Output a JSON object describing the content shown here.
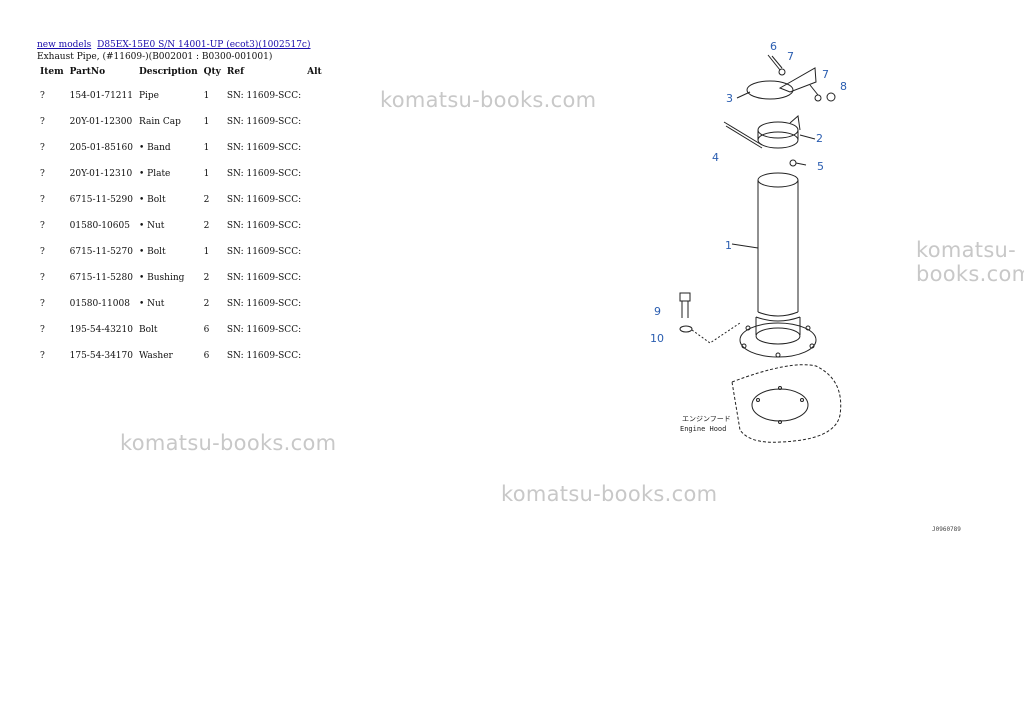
{
  "breadcrumb": {
    "link1": "new models",
    "link2": "D85EX-15E0 S/N 14001-UP (ecot3)(1002517c)"
  },
  "subtitle": "Exhaust Pipe, (#11609-)(B002001 : B0300-001001)",
  "table": {
    "headers": [
      "Item",
      "PartNo",
      "Description",
      "Qty",
      "Ref",
      "Alt"
    ],
    "rows": [
      {
        "item": "?",
        "partno": "154-01-71211",
        "desc": "Pipe",
        "qty": "1",
        "ref": "SN: 11609-SCC:"
      },
      {
        "item": "?",
        "partno": "20Y-01-12300",
        "desc": "Rain Cap",
        "qty": "1",
        "ref": "SN: 11609-SCC:"
      },
      {
        "item": "?",
        "partno": "205-01-85160",
        "desc": "• Band",
        "qty": "1",
        "ref": "SN: 11609-SCC:"
      },
      {
        "item": "?",
        "partno": "20Y-01-12310",
        "desc": "• Plate",
        "qty": "1",
        "ref": "SN: 11609-SCC:"
      },
      {
        "item": "?",
        "partno": "6715-11-5290",
        "desc": "• Bolt",
        "qty": "2",
        "ref": "SN: 11609-SCC:"
      },
      {
        "item": "?",
        "partno": "01580-10605",
        "desc": "• Nut",
        "qty": "2",
        "ref": "SN: 11609-SCC:"
      },
      {
        "item": "?",
        "partno": "6715-11-5270",
        "desc": "• Bolt",
        "qty": "1",
        "ref": "SN: 11609-SCC:"
      },
      {
        "item": "?",
        "partno": "6715-11-5280",
        "desc": "• Bushing",
        "qty": "2",
        "ref": "SN: 11609-SCC:"
      },
      {
        "item": "?",
        "partno": "01580-11008",
        "desc": "• Nut",
        "qty": "2",
        "ref": "SN: 11609-SCC:"
      },
      {
        "item": "?",
        "partno": "195-54-43210",
        "desc": "Bolt",
        "qty": "6",
        "ref": "SN: 11609-SCC:"
      },
      {
        "item": "?",
        "partno": "175-54-34170",
        "desc": "Washer",
        "qty": "6",
        "ref": "SN: 11609-SCC:"
      }
    ]
  },
  "watermark": "komatsu-books.com",
  "diagram": {
    "callouts": [
      "6",
      "7",
      "3",
      "7",
      "8",
      "2",
      "4",
      "5",
      "1",
      "9",
      "10"
    ],
    "engine_hood_jp": "エンジンフード",
    "engine_hood_en": "Engine Hood",
    "figure_code": "J0960789"
  },
  "colors": {
    "link": "#1a0dab",
    "callout": "#2a5db0",
    "watermark": "#c8c8c8"
  }
}
